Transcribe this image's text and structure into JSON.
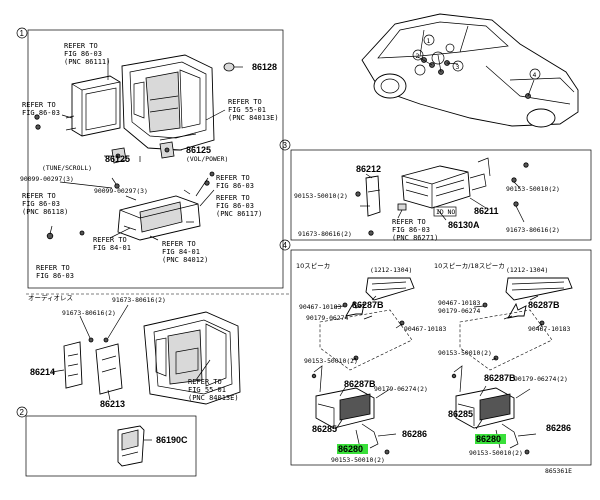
{
  "sections": [
    {
      "number": "1"
    },
    {
      "number": "3"
    },
    {
      "number": "4"
    },
    {
      "number": "2"
    }
  ],
  "car": {
    "callouts": [
      "1",
      "2",
      "3",
      "4"
    ]
  },
  "labels": {
    "s1": {
      "ref_86_03_a1": "REFER TO",
      "ref_86_03_a2": "FIG 86-03",
      "ref_86_03_a3": "(PNC 86111)",
      "ref_86_03_b1": "REFER TO",
      "ref_86_03_b2": "FIG 86-03",
      "pn_86128": "86128",
      "ref_55_01_a1": "REFER TO",
      "ref_55_01_a2": "FIG 55-01",
      "ref_55_01_a3": "(PNC 84013E)",
      "pn_86125_a": "86125",
      "tune_scroll": "(TUNE/SCROLL)",
      "pn_86125_b": "86125",
      "vol_power": "(VOL/POWER)",
      "screw_90099_a": "90099-00297(3)",
      "screw_90099_b": "90099-00297(3)",
      "ref_86_03_c1": "REFER TO",
      "ref_86_03_c2": "FIG 86-03",
      "ref_86_03_c3": "(PNC 86118)",
      "ref_86_03_d1": "REFER TO",
      "ref_86_03_d2": "FIG 86-03",
      "ref_86_03_e1": "REFER TO",
      "ref_86_03_e2": "FIG 86-03",
      "ref_86_03_e3": "(PNC 86117)",
      "ref_84_01_a1": "REFER TO",
      "ref_84_01_a2": "FIG 84-01",
      "ref_84_01_b1": "REFER TO",
      "ref_84_01_b2": "FIG 84-01",
      "ref_84_01_b3": "(PNC 84012)",
      "ref_86_03_f1": "REFER TO",
      "ref_86_03_f2": "FIG 86-03"
    },
    "s3": {
      "pn_86212": "86212",
      "screw_90153_a": "90153-50010(2)",
      "screw_90153_b": "90153-50010(2)",
      "pn_86211": "86211",
      "pn_86130a": "86130A",
      "clip_91673_a": "91673-80616(2)",
      "clip_91673_b": "91673-80616(2)",
      "id_no": "ID NO",
      "ref_86_03_g1": "REFER TO",
      "ref_86_03_g2": "FIG 86-03",
      "ref_86_03_g3": "(PNC 86271)"
    },
    "s4": {
      "speaker_10": "10スピーカ",
      "speaker_10_18": "10スピーカ/18スピーカ",
      "date_range_a": "(1212-1304)",
      "date_range_b": "(1212-1304)",
      "pn_86287b_a": "86287B",
      "clip_90467_a1": "90467-10183",
      "nut_90179_a1": "90179-06274",
      "clip_90467_a2": "90467-10183",
      "screw_90153_c": "90153-50010(2)",
      "pn_86287b_b": "86287B",
      "nut_90179_a2": "90179-06274(2)",
      "pn_86285_a": "86285",
      "pn_86286_a": "86286",
      "pn_86280_a": "86280",
      "screw_90153_d": "90153-50010(2)",
      "pn_86287b_c": "86287B",
      "clip_90467_b1": "90467-10183",
      "nut_90179_b1": "90179-06274",
      "clip_90467_b2": "90467-10183",
      "screw_90153_e": "90153-50010(2)",
      "pn_86287b_d": "86287B",
      "nut_90179_b2": "90179-06274(2)",
      "pn_86285_b": "86285",
      "pn_86286_b": "86286",
      "pn_86280_b": "86280",
      "screw_90153_f": "90153-50010(2)"
    },
    "s5": {
      "audio_less": "オーディオレス",
      "clip_91673_c": "91673-80616(2)",
      "clip_91673_d": "91673-80616(2)",
      "pn_86214": "86214",
      "pn_86213": "86213",
      "ref_55_01_b1": "REFER TO",
      "ref_55_01_b2": "FIG 55-01",
      "ref_55_01_b3": "(PNC 84013E)"
    },
    "s2": {
      "pn_86190c": "86190C"
    }
  },
  "highlight_color": "#39e03a",
  "diagram_id": "865361E"
}
